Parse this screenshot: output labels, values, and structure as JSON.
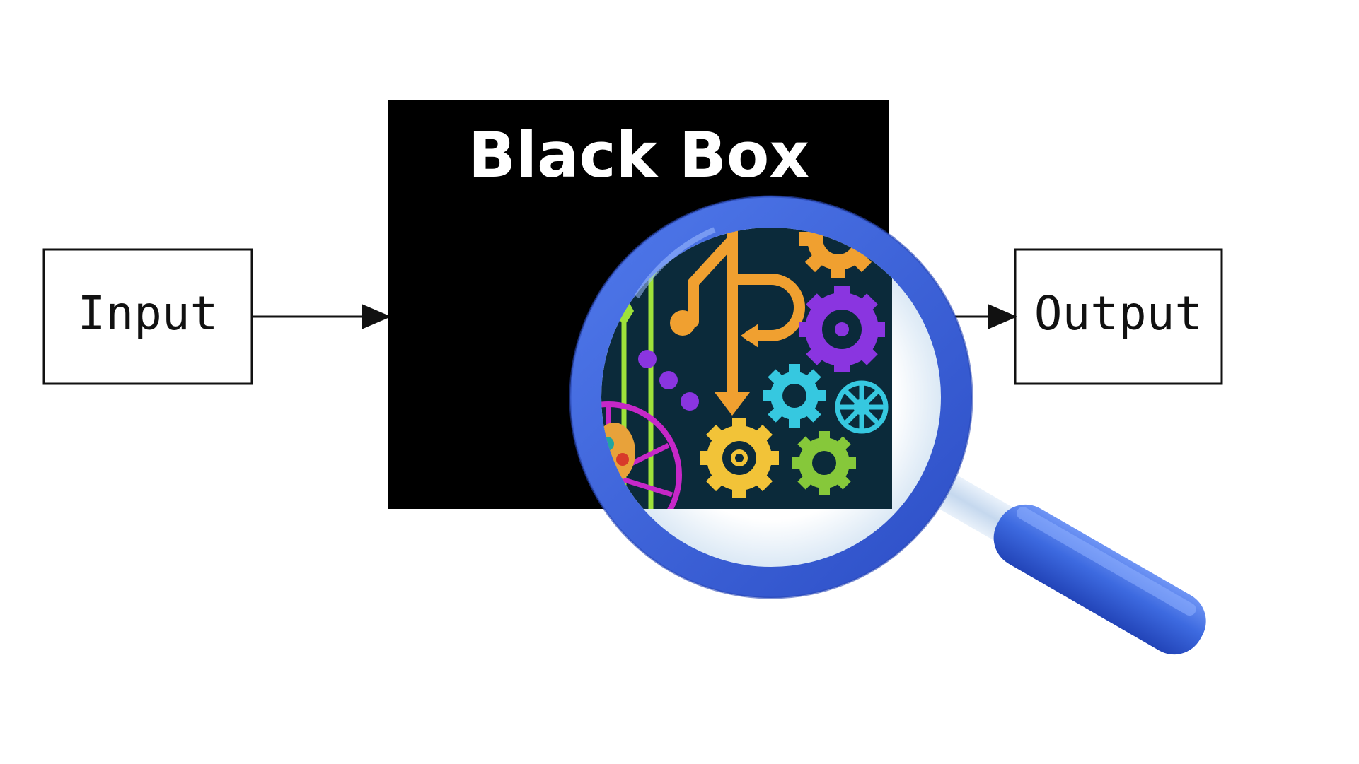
{
  "diagram": {
    "input_label": "Input",
    "output_label": "Output",
    "black_box_title": "Black Box"
  },
  "colors": {
    "black_box": "#000000",
    "lens_background": "#0b2a3a",
    "magnifier_rim": "#3b5fd6",
    "magnifier_handle": "#3d6ae0",
    "gear_orange": "#f0a030",
    "gear_purple": "#8a35e0",
    "gear_cyan": "#36c8e0",
    "gear_yellow": "#f2c338",
    "gear_green": "#86c83a",
    "circuit_green": "#9ee23a",
    "circuit_magenta": "#c627c8"
  },
  "icons": [
    "magnifying-glass-icon",
    "gear-icon",
    "dollar-gear-icon",
    "wheel-icon",
    "arrow-icon",
    "circuit-icon"
  ]
}
